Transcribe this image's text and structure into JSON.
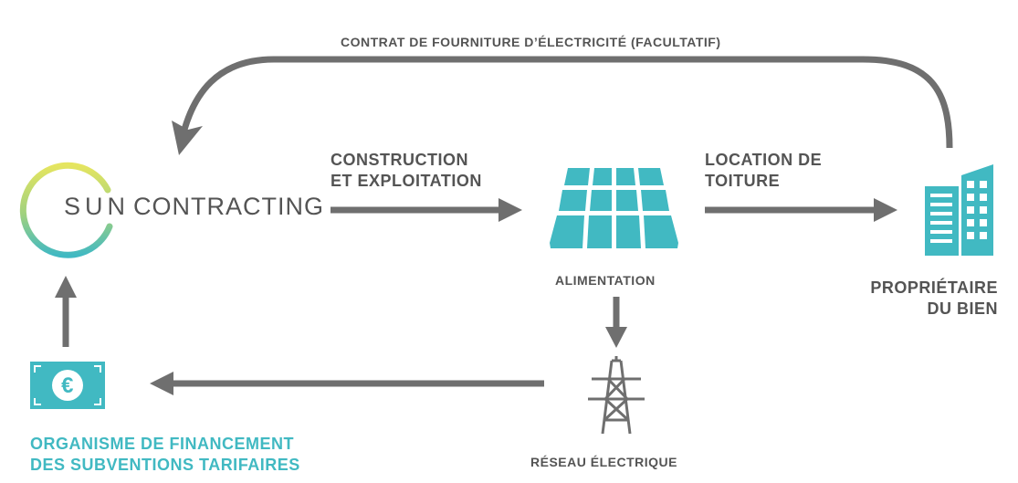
{
  "colors": {
    "arrow": "#6f6f6f",
    "text": "#545454",
    "accent": "#41b9c2",
    "logo_ring_start": "#e5e560",
    "logo_ring_end": "#41b9c2"
  },
  "logo": {
    "part1": "SUN",
    "part2": "CONTRACTING",
    "icon": "sun-ring-icon"
  },
  "top_contract_label": "CONTRAT DE FOURNITURE D’ÉLECTRICITÉ (FACULTATIF)",
  "construction_label": [
    "CONSTRUCTION",
    "ET EXPLOITATION"
  ],
  "location_label": [
    "LOCATION DE",
    "TOITURE"
  ],
  "solar_panel": {
    "label": "ALIMENTATION",
    "icon": "solar-panel-icon"
  },
  "owner": {
    "label": [
      "PROPRIÉTAIRE",
      "DU BIEN"
    ],
    "icon": "building-icon"
  },
  "grid": {
    "label": "RÉSEAU ÉLECTRIQUE",
    "icon": "power-pylon-icon"
  },
  "funding": {
    "label": [
      "ORGANISME DE FINANCEMENT",
      "DES SUBVENTIONS TARIFAIRES"
    ],
    "icon": "euro-banknote-icon",
    "symbol": "€"
  }
}
